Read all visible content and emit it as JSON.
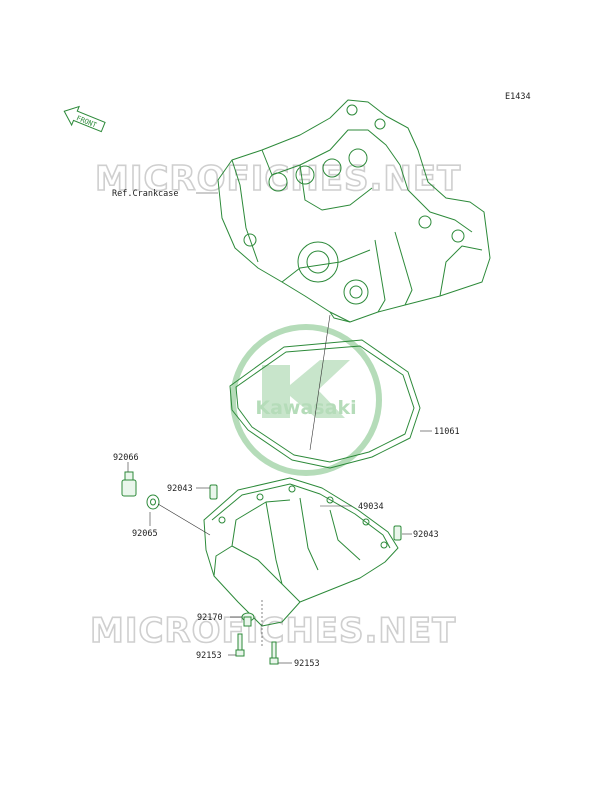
{
  "diagram_code": "E1434",
  "front_label": "FRONT",
  "watermark": "MICROFICHES.NET",
  "logo_text": "Kawasaki",
  "colors": {
    "part_line": "#2d8a3a",
    "watermark": "#cfcfcf",
    "logo": "#b5dcb9"
  },
  "callouts": {
    "ref_crankcase": "Ref.Crankcase",
    "p11061": "11061",
    "p92066": "92066",
    "p92043_left": "92043",
    "p49034": "49034",
    "p92065": "92065",
    "p92043_right": "92043",
    "p92170": "92170",
    "p92153_left": "92153",
    "p92153_right": "92153"
  }
}
